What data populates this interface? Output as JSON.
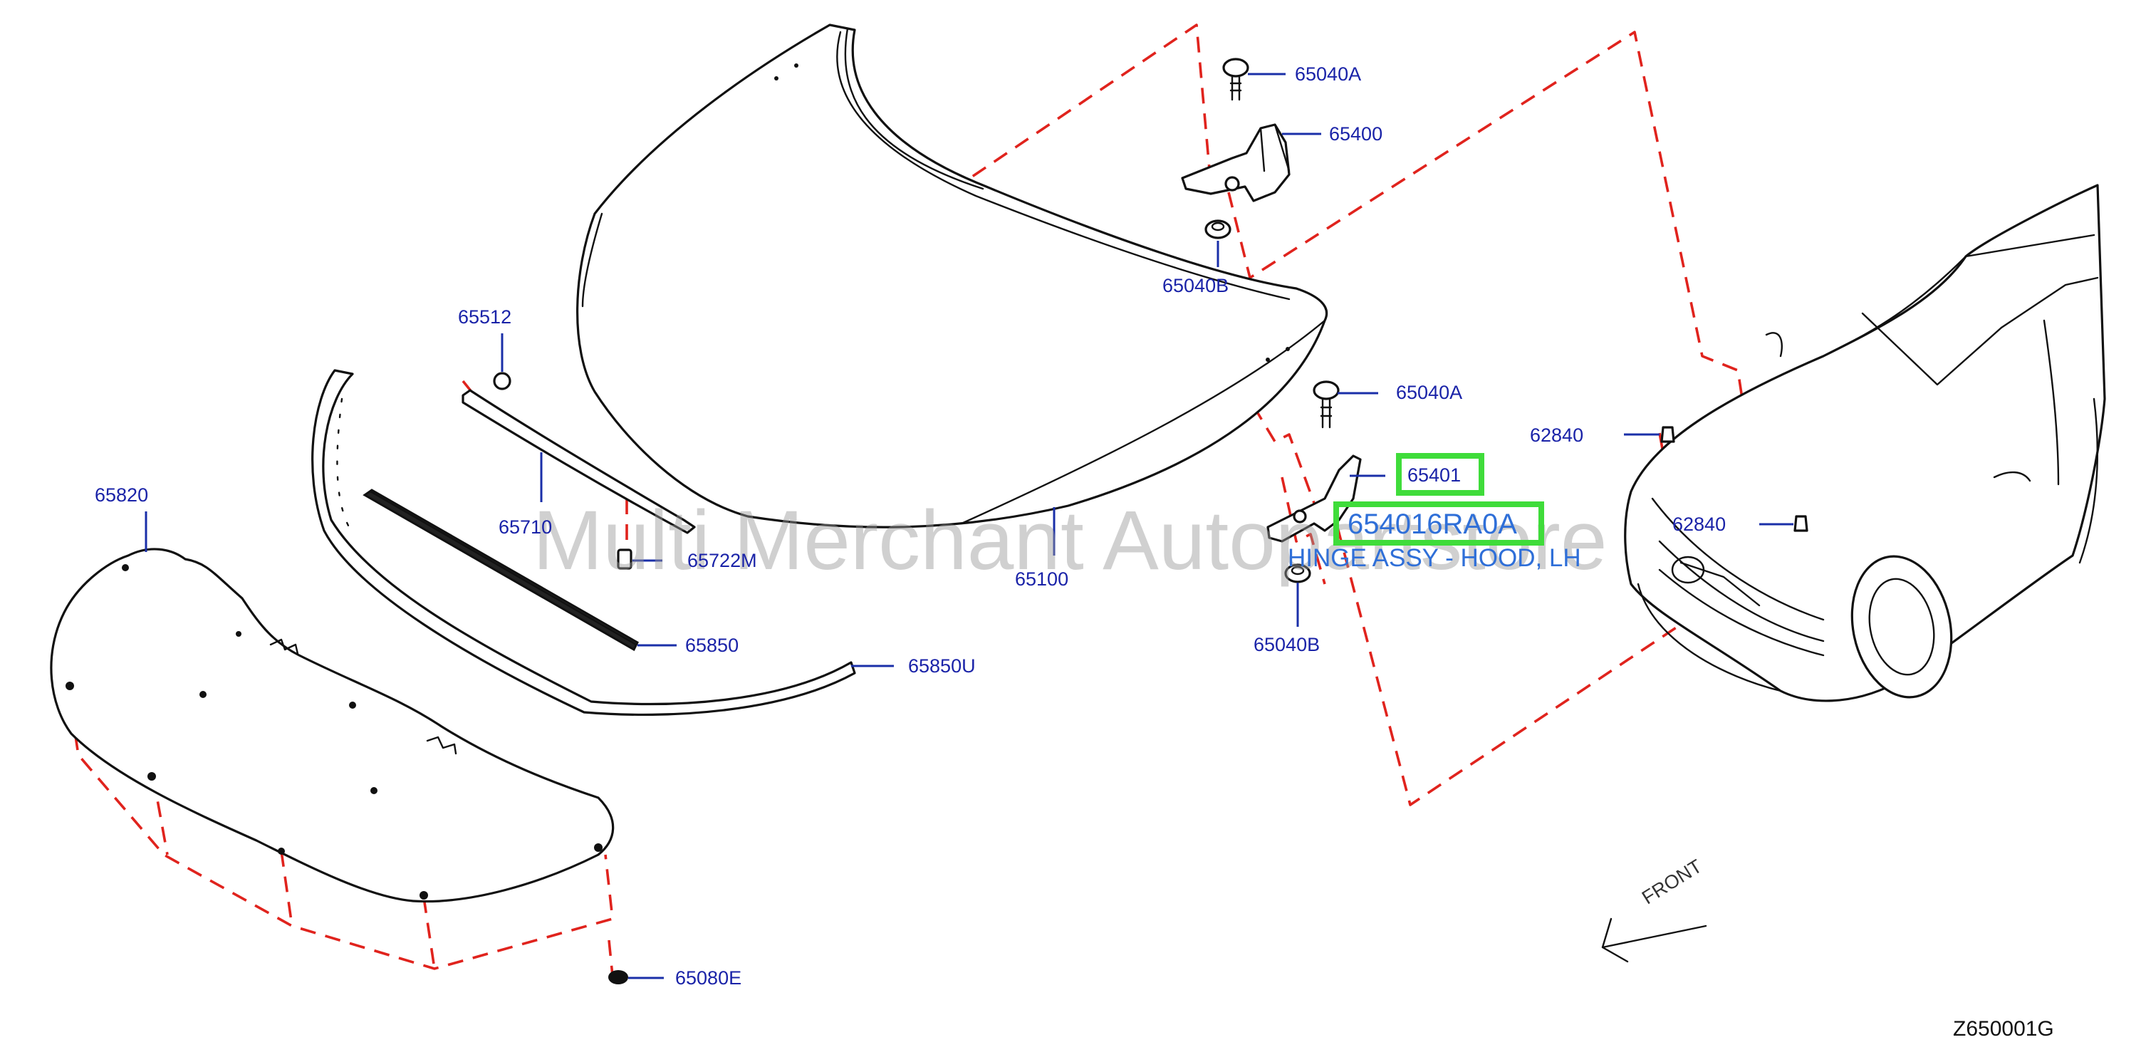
{
  "diagram": {
    "watermark": "Multi Merchant Autopartstore",
    "front_label": "FRONT",
    "diagram_code": "Z650001G",
    "highlight": {
      "part_number": "654016RA0A",
      "description": "HINGE ASSY - HOOD, LH"
    },
    "labels": {
      "p65040A_top": "65040A",
      "p65400": "65400",
      "p65040B_top": "65040B",
      "p65040A_mid": "65040A",
      "p65401": "65401",
      "p65040B_bot": "65040B",
      "p65512": "65512",
      "p65710": "65710",
      "p65722M": "65722M",
      "p65100": "65100",
      "p65850": "65850",
      "p65850U": "65850U",
      "p65820": "65820",
      "p65080E": "65080E",
      "p62840_a": "62840",
      "p62840_b": "62840"
    }
  }
}
